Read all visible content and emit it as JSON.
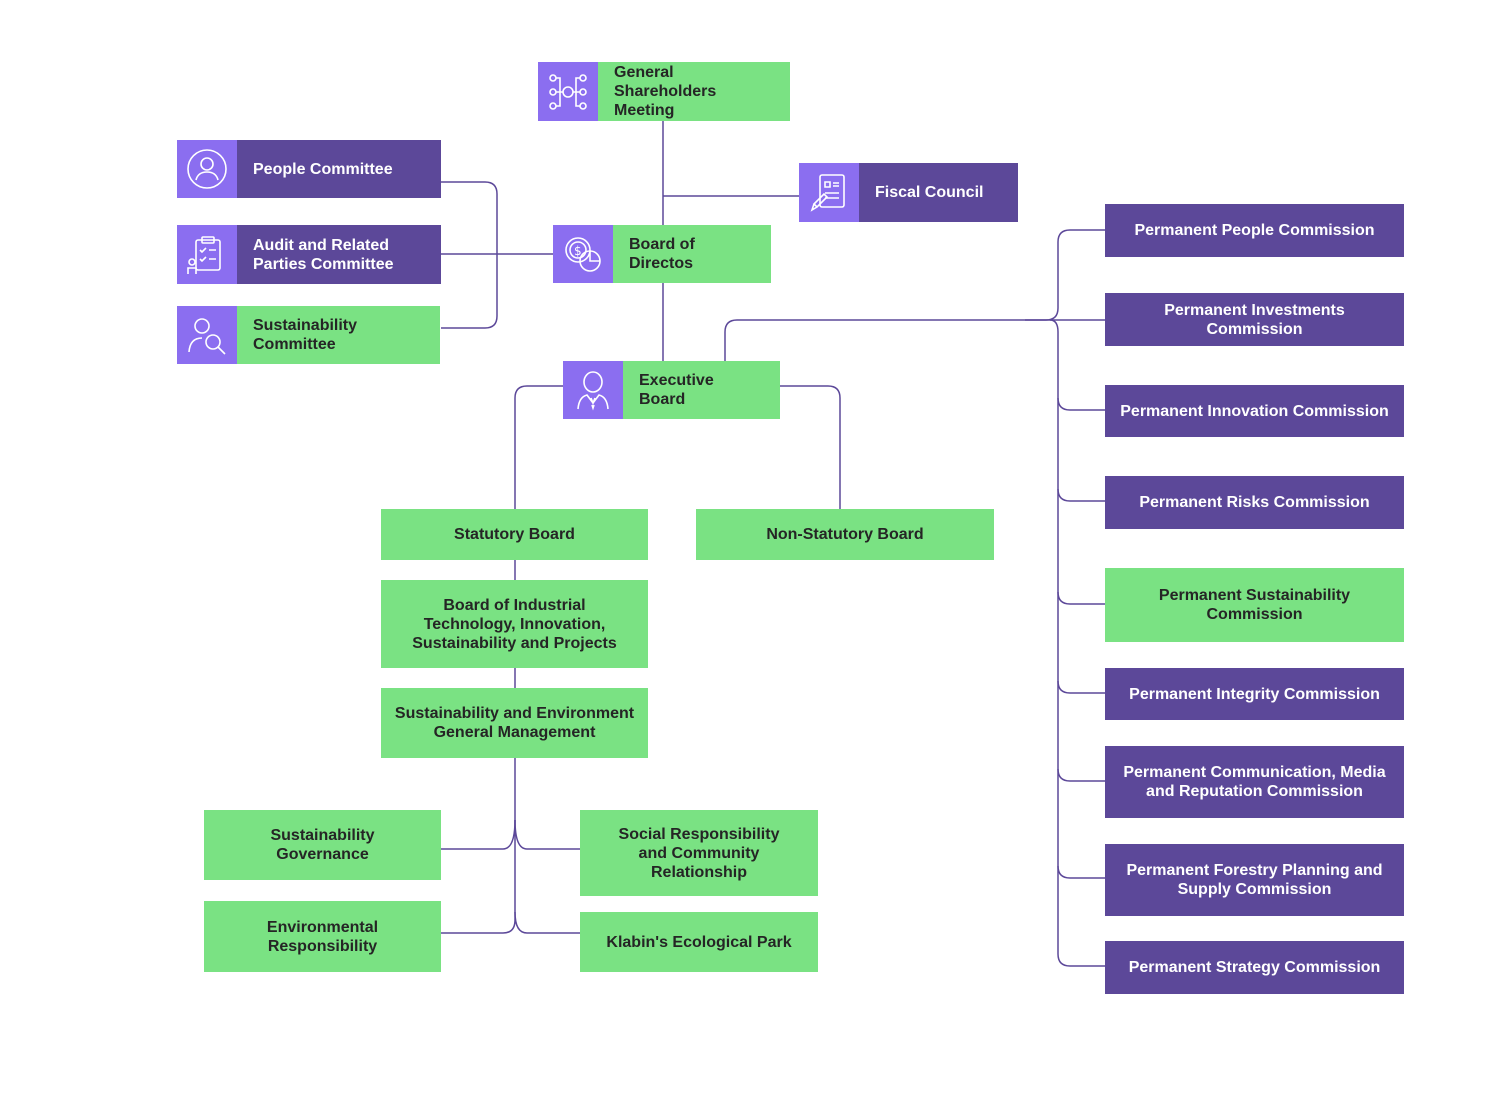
{
  "nodes": {
    "gsm": "General Shareholders Meeting",
    "people_committee": "People Committee",
    "audit_committee": "Audit and Related Parties Committee",
    "sustainability_committee": "Sustainability Committee",
    "fiscal_council": "Fiscal Council",
    "board_directors": "Board of Directos",
    "executive_board": "Executive Board",
    "statutory_board": "Statutory Board",
    "non_statutory_board": "Non-Statutory Board",
    "board_industrial": "Board of Industrial Technology, Innovation, Sustainability and Projects",
    "sust_env_mgmt": "Sustainability and Environment General Management",
    "sust_governance": "Sustainability Governance",
    "social_responsibility": "Social Responsibility and Community Relationship",
    "env_responsibility": "Environmental Responsibility",
    "ecological_park": "Klabin's Ecological Park"
  },
  "commissions": [
    "Permanent People Commission",
    "Permanent Investments Commission",
    "Permanent Innovation Commission",
    "Permanent Risks Commission",
    "Permanent Sustainability Commission",
    "Permanent Integrity Commission",
    "Permanent Communication, Media and Reputation Commission",
    "Permanent Forestry Planning and Supply Commission",
    "Permanent Strategy Commission"
  ],
  "colors": {
    "green": "#7ae283",
    "purple": "#5c4899",
    "icon": "#8b6ef0",
    "line": "#5c4899"
  },
  "icons": {
    "gsm": "network-icon",
    "people_committee": "user-circle-icon",
    "audit_committee": "clipboard-check-icon",
    "sustainability_committee": "person-search-icon",
    "fiscal_council": "document-sign-icon",
    "board_directors": "coins-chart-icon",
    "executive_board": "executive-person-icon"
  }
}
